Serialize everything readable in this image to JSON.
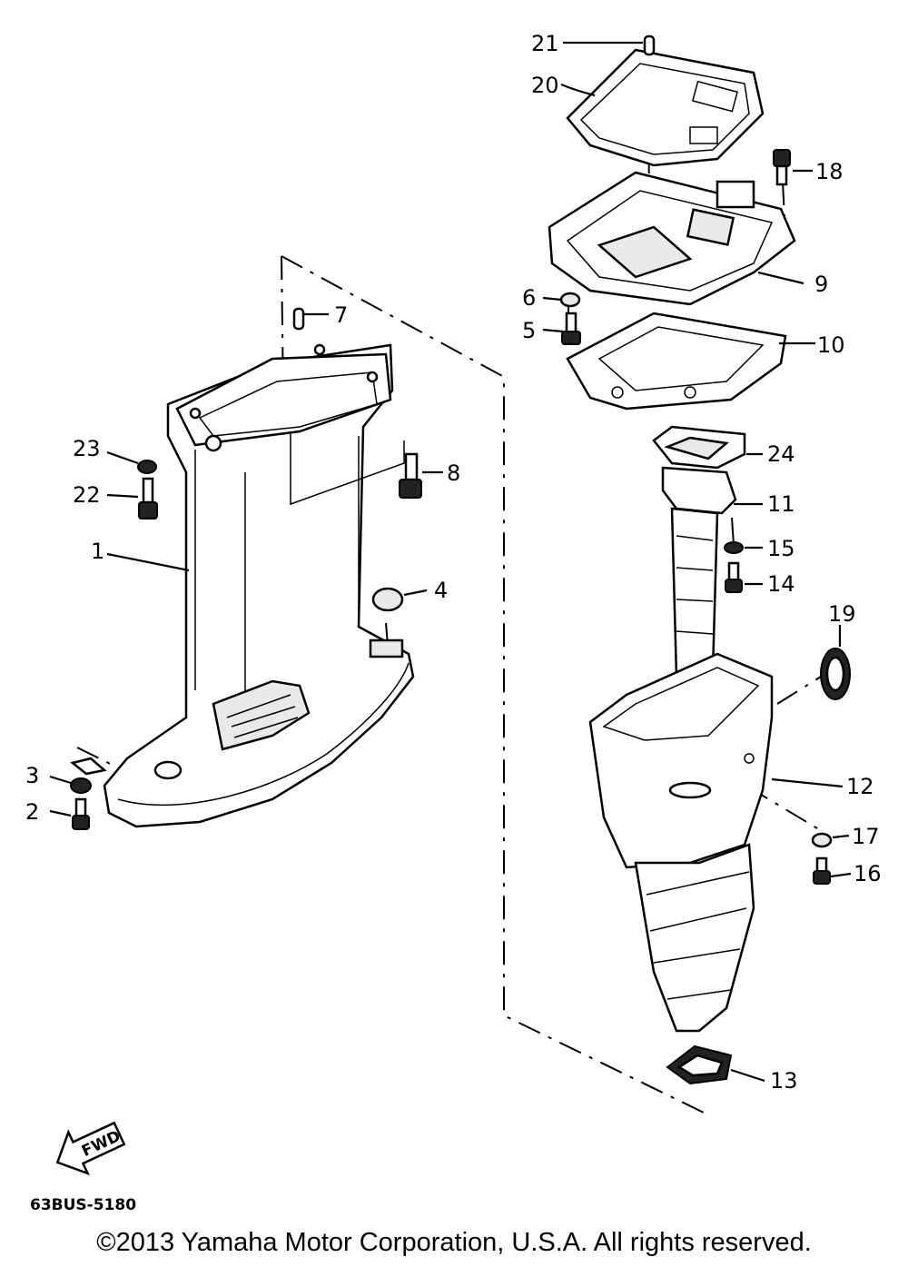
{
  "diagram_code": "63BUS-5180",
  "fwd_label": "FWD",
  "copyright": "©2013 Yamaha Motor Corporation, U.S.A. All rights reserved.",
  "callouts": [
    "1",
    "2",
    "3",
    "4",
    "5",
    "6",
    "7",
    "8",
    "9",
    "10",
    "11",
    "12",
    "13",
    "14",
    "15",
    "16",
    "17",
    "18",
    "19",
    "20",
    "21",
    "22",
    "23",
    "24"
  ]
}
